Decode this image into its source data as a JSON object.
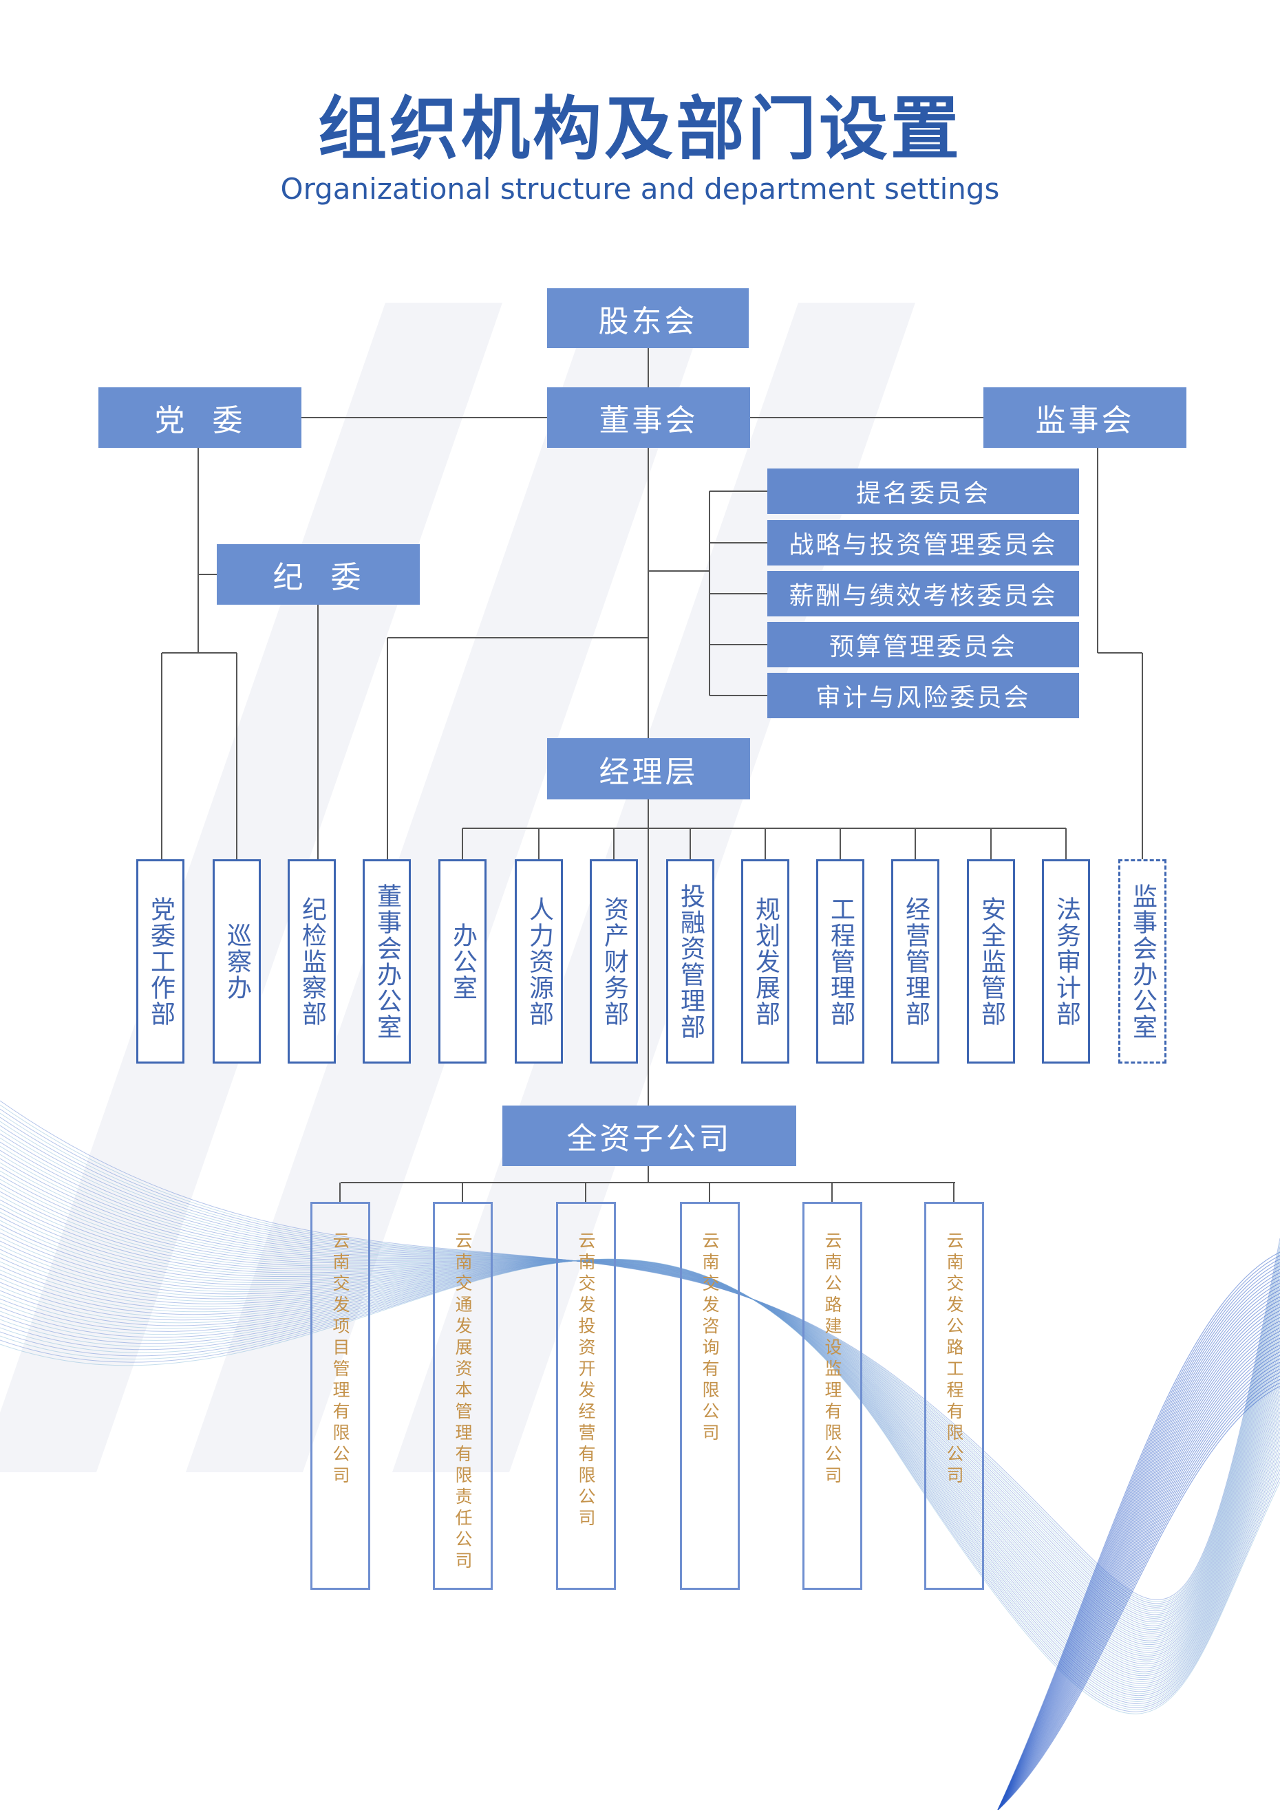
{
  "title": "组织机构及部门设置",
  "subtitle": "Organizational structure and department settings",
  "colors": {
    "title": "#2c5aa8",
    "box_fill": "#6a8fd0",
    "border": "#3e66b2",
    "subsidiary_text": "#c4924a",
    "line": "#555555"
  },
  "top": {
    "shareholders": "股东会",
    "party_committee": "党  委",
    "board": "董事会",
    "supervisory_board": "监事会",
    "discipline_committee": "纪  委",
    "management": "经理层",
    "subsidiaries_header": "全资子公司"
  },
  "committees": [
    "提名委员会",
    "战略与投资管理委员会",
    "薪酬与绩效考核委员会",
    "预算管理委员会",
    "审计与风险委员会"
  ],
  "departments": [
    "党委工作部",
    "巡察办",
    "纪检监察部",
    "董事会办公室",
    "办公室",
    "人力资源部",
    "资产财务部",
    "投融资管理部",
    "规划发展部",
    "工程管理部",
    "经营管理部",
    "安全监管部",
    "法务审计部",
    "监事会办公室"
  ],
  "subsidiaries": [
    "云南交发项目管理有限公司",
    "云南交通发展资本管理有限责任公司",
    "云南交发投资开发经营有限公司",
    "云南交发咨询有限公司",
    "云南公路建设监理有限公司",
    "云南交发公路工程有限公司"
  ]
}
